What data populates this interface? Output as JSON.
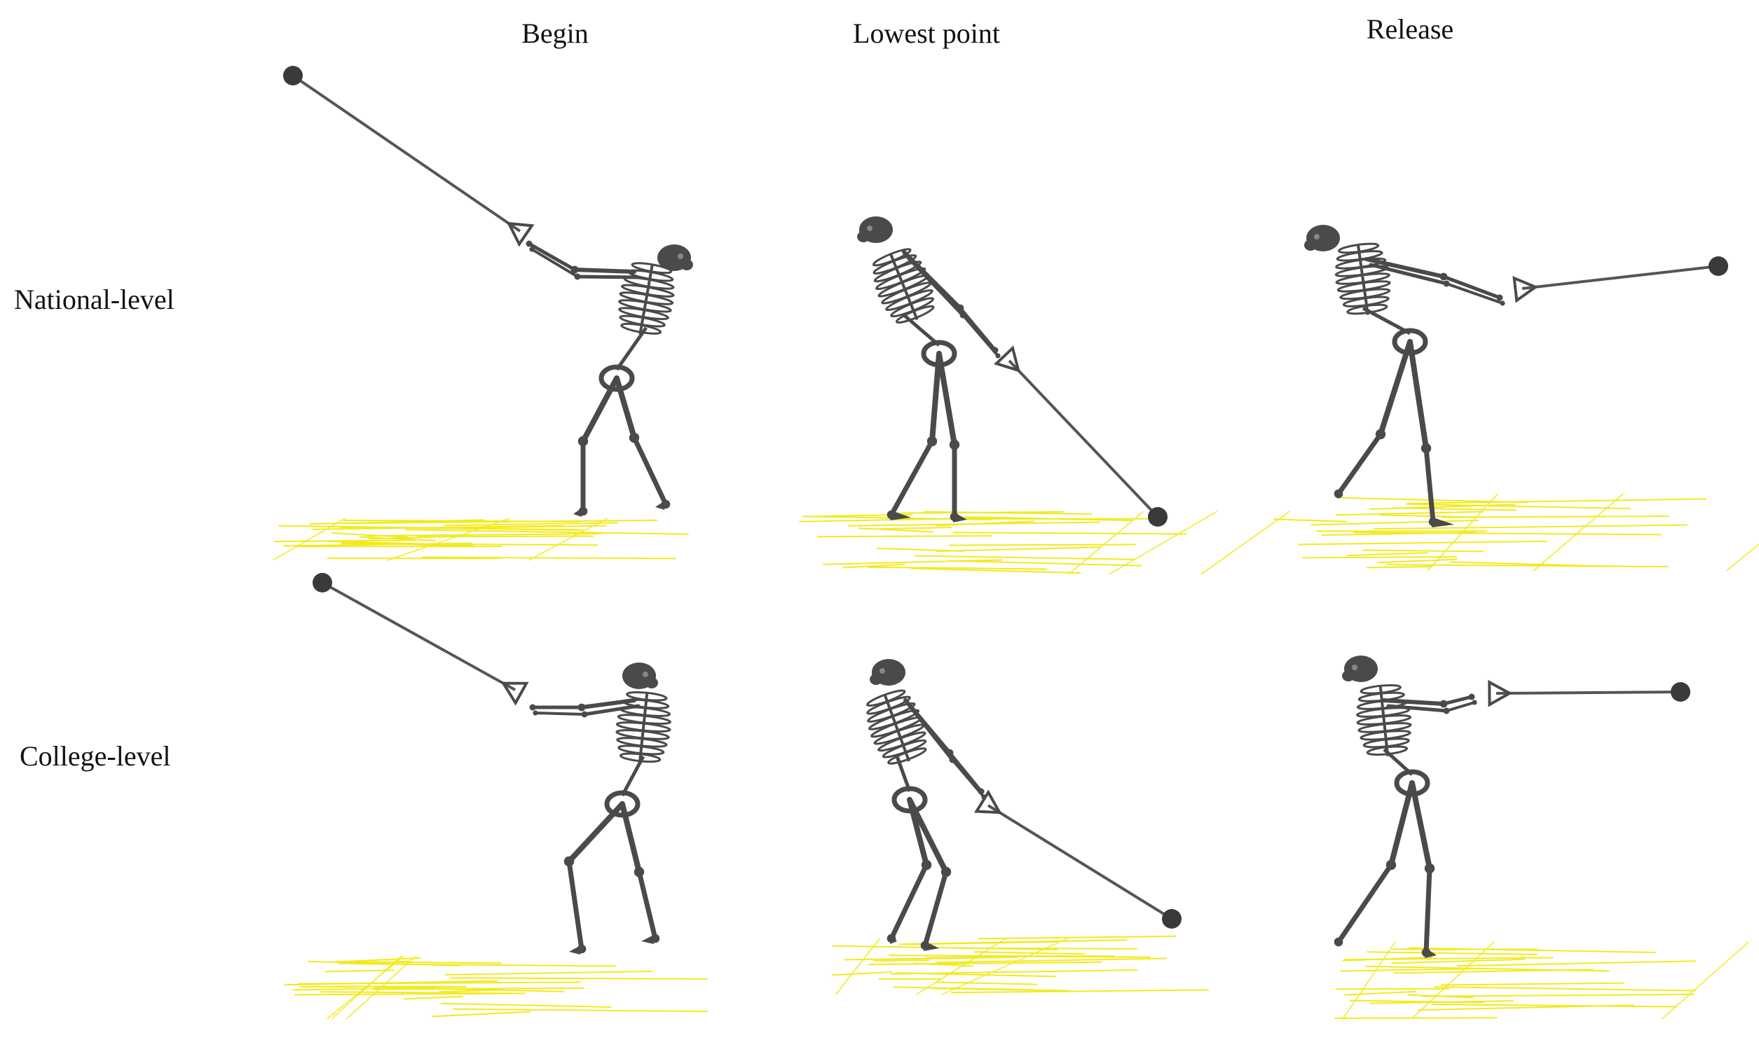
{
  "columns": [
    "Begin",
    "Lowest point",
    "Release"
  ],
  "rows": [
    "National-level",
    "College-level"
  ],
  "colors": {
    "skeleton": "#4a4a4a",
    "ball": "#3a3a3a",
    "wire": "#555555",
    "floor_grid": "#f2ea1c",
    "text": "#111111"
  },
  "icons": {
    "athlete": "skeleton-figure",
    "implement": "hammer-ball-with-handle"
  }
}
